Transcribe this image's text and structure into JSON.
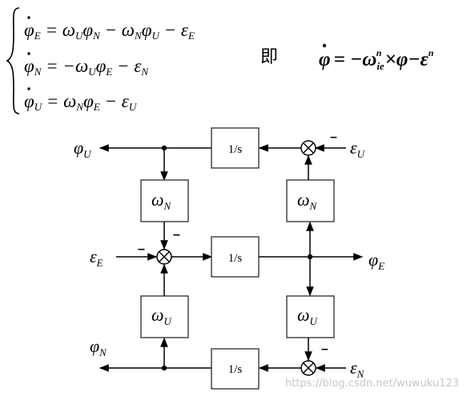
{
  "equations": {
    "line1": {
      "lhs": "φ",
      "lhs_sub": "E",
      "rhs_1": "ω",
      "rhs_1_sub": "U",
      "rhs_2": "φ",
      "rhs_2_sub": "N",
      "rhs_3": "ω",
      "rhs_3_sub": "N",
      "rhs_4": "φ",
      "rhs_4_sub": "U",
      "rhs_5": "ε",
      "rhs_5_sub": "E"
    },
    "line2": {
      "lhs": "φ",
      "lhs_sub": "N",
      "rhs_1": "ω",
      "rhs_1_sub": "U",
      "rhs_2": "φ",
      "rhs_2_sub": "E",
      "rhs_3": "ε",
      "rhs_3_sub": "N"
    },
    "line3": {
      "lhs": "φ",
      "lhs_sub": "U",
      "rhs_1": "ω",
      "rhs_1_sub": "N",
      "rhs_2": "φ",
      "rhs_2_sub": "E",
      "rhs_3": "ε",
      "rhs_3_sub": "U"
    },
    "connector": "即",
    "vector": {
      "lhs": "φ",
      "omega": "ω",
      "omega_sub": "ie",
      "omega_sup": "n",
      "phi": "φ",
      "eps": "ε",
      "eps_sup": "n"
    }
  },
  "diagram": {
    "integrator_label": "1/s",
    "gain_top_left": {
      "sym": "ω",
      "sub": "N"
    },
    "gain_top_right": {
      "sym": "ω",
      "sub": "N"
    },
    "gain_bottom_left": {
      "sym": "ω",
      "sub": "U"
    },
    "gain_bottom_right": {
      "sym": "ω",
      "sub": "U"
    },
    "outputs": {
      "phi_U": {
        "sym": "φ",
        "sub": "U"
      },
      "phi_E": {
        "sym": "φ",
        "sub": "E"
      },
      "phi_N": {
        "sym": "φ",
        "sub": "N"
      }
    },
    "inputs": {
      "eps_U": {
        "sym": "ε",
        "sub": "U"
      },
      "eps_E": {
        "sym": "ε",
        "sub": "E"
      },
      "eps_N": {
        "sym": "ε",
        "sub": "N"
      }
    },
    "minus_sign": "–"
  },
  "watermark": "https://blog.csdn.net/wuwuku123"
}
